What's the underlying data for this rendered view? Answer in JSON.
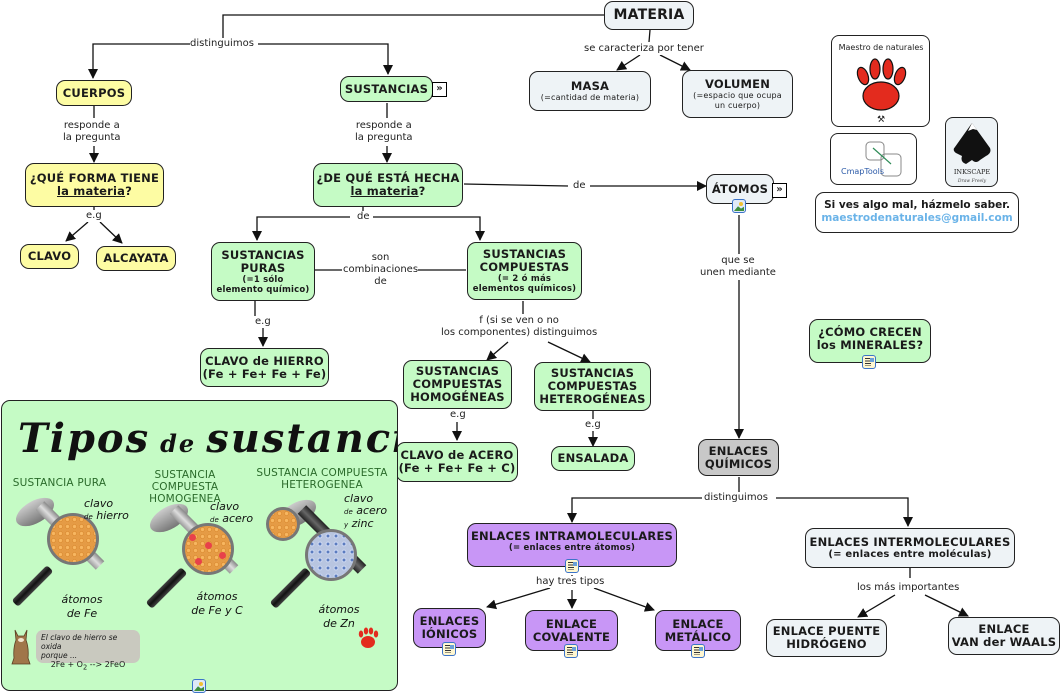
{
  "colors": {
    "yellow_node": "#fdfca3",
    "green_node": "#c5fbc5",
    "grayblue_node": "#eef3f6",
    "gray_node": "#c8c8c8",
    "purple_node": "#c896f6",
    "email": "#6ab3e8",
    "resource_icon_border": "#3b73c8"
  },
  "icons": {
    "expand": "»",
    "image_resource": "image-icon",
    "document_resource": "document-icon"
  },
  "nodes": {
    "materia": {
      "title": "MATERIA"
    },
    "masa": {
      "title": "MASA",
      "sub": "(=cantidad de materia)"
    },
    "volumen": {
      "title": "VOLUMEN",
      "sub1": "(=espacio que ocupa",
      "sub2": "un cuerpo)"
    },
    "cuerpos": {
      "title": "CUERPOS"
    },
    "sustancias": {
      "title": "SUSTANCIAS"
    },
    "que_forma": {
      "line1": "¿QUÉ FORMA TIENE",
      "line2": "la materia",
      "q": "?"
    },
    "de_que": {
      "line1": "¿DE QUÉ ESTÁ HECHA",
      "line2": "la materia",
      "q": "?"
    },
    "clavo": {
      "title": "CLAVO"
    },
    "alcayata": {
      "title": "ALCAYATA"
    },
    "atomos": {
      "title": "ÁTOMOS"
    },
    "puras": {
      "line1": "SUSTANCIAS",
      "line2": "PURAS",
      "sub1": "(=1 sólo",
      "sub2": "elemento químico)"
    },
    "compuestas": {
      "line1": "SUSTANCIAS",
      "line2": "COMPUESTAS",
      "sub1": "(= 2 ó más",
      "sub2": "elementos químicos)"
    },
    "clavo_hierro": {
      "line1": "CLAVO de HIERRO",
      "line2": "(Fe + Fe+ Fe + Fe)"
    },
    "homogeneas": {
      "line1": "SUSTANCIAS",
      "line2": "COMPUESTAS",
      "line3": "HOMOGÉNEAS"
    },
    "heterogeneas": {
      "line1": "SUSTANCIAS",
      "line2": "COMPUESTAS",
      "line3": "HETEROGÉNEAS"
    },
    "clavo_acero": {
      "line1": "CLAVO de ACERO",
      "line2": "(Fe + Fe+ Fe + C)"
    },
    "ensalada": {
      "title": "ENSALADA"
    },
    "minerales": {
      "line1": "¿CÓMO CRECEN",
      "line2": "los MINERALES?"
    },
    "enlaces_quimicos": {
      "line1": "ENLACES",
      "line2": "QUÍMICOS"
    },
    "intra": {
      "title": "ENLACES INTRAMOLECULARES",
      "sub": "(= enlaces entre átomos)"
    },
    "inter": {
      "title": "ENLACES INTERMOLECULARES",
      "sub": "(= enlaces entre moléculas)"
    },
    "ionicos": {
      "line1": "ENLACES",
      "line2": "IÓNICOS"
    },
    "covalente": {
      "line1": "ENLACE",
      "line2": "COVALENTE"
    },
    "metalico": {
      "line1": "ENLACE",
      "line2": "METÁLICO"
    },
    "puente": {
      "line1": "ENLACE PUENTE",
      "line2": "HIDRÓGENO"
    },
    "vanderwaals": {
      "line1": "ENLACE",
      "line2": "VAN der WAALS"
    }
  },
  "links": {
    "distinguimos_top": "distinguimos",
    "caracteriza": "se caracteriza por tener",
    "responde_1": [
      "responde a",
      "la pregunta"
    ],
    "responde_2": [
      "responde a",
      "la pregunta"
    ],
    "eg_clavo": "e.g",
    "de_atomos": "de",
    "de_sustancias": "de",
    "combinaciones": [
      "son",
      "combinaciones",
      "de"
    ],
    "que_se_unen": [
      "que se",
      "unen mediante"
    ],
    "eg_hierro": "e.g",
    "f_distinguimos": [
      "f (si se ven o no",
      "los componentes) distinguimos"
    ],
    "eg_acero": "e.g",
    "eg_ensalada": "e.g",
    "distinguimos_enlaces": "distinguimos",
    "hay_tres": "hay tres tipos",
    "mas_importantes": "los más importantes"
  },
  "panel": {
    "title_a": "Tipos",
    "title_b": "de",
    "title_c": "sustancias",
    "columns": [
      {
        "title1": "SUSTANCIA PURA",
        "title2": "",
        "hand1": "clavo",
        "hand_sm": "de",
        "hand2": "hierro",
        "atoms1": "átomos",
        "atoms2": "de Fe"
      },
      {
        "title1": "SUSTANCIA COMPUESTA",
        "title2": "HOMOGENEA",
        "hand1": "clavo",
        "hand_sm": "de",
        "hand2": "acero",
        "atoms1": "átomos",
        "atoms2": "de Fe y C"
      },
      {
        "title1": "SUSTANCIA COMPUESTA",
        "title2": "HETEROGENEA",
        "hand1": "clavo",
        "hand_sm": "de",
        "hand2": "acero",
        "hand3_sm": "y",
        "hand3": "zinc",
        "atoms1": "átomos",
        "atoms2": "de Zn"
      }
    ],
    "bubble": {
      "line1": "El clavo de hierro se oxida",
      "line2": "porque ...",
      "eq_a": "2Fe + O",
      "eq_sub": "2",
      "eq_b": " --> 2FeO"
    }
  },
  "logos": {
    "maestro": {
      "arc_text": "Maestro de naturales"
    },
    "cmaptools": {
      "label": "CmapTools"
    },
    "inkscape": {
      "label": "INKSCAPE",
      "tagline": "Draw Freely"
    }
  },
  "contact": {
    "line1": "Si ves algo mal, házmelo saber.",
    "email": "maestrodenaturales@gmail.com"
  }
}
